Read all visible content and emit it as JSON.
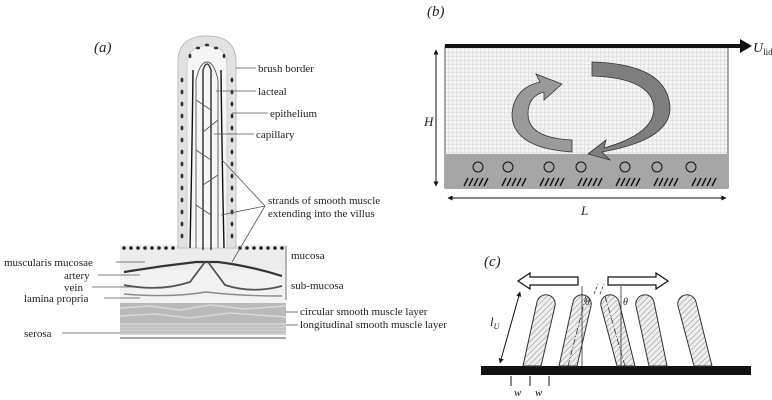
{
  "panels": {
    "a": {
      "tag": "(a)",
      "labels": {
        "brush_border": "brush border",
        "lacteal": "lacteal",
        "epithelium": "epithelium",
        "capillary": "capillary",
        "strands_line1": "strands of smooth muscle",
        "strands_line2": "extending into the villus",
        "mucosa": "mucosa",
        "sub_mucosa": "sub-mucosa",
        "muscularis_mucosae": "muscularis mucosae",
        "artery": "artery",
        "vein": "vein",
        "lamina_propria": "lamina propria",
        "serosa": "serosa",
        "circular_muscle": "circular smooth muscle layer",
        "longitudinal_muscle": "longitudinal smooth muscle layer"
      }
    },
    "b": {
      "tag": "(b)",
      "lid_main": "U",
      "lid_sub": "lid",
      "height": "H",
      "length": "L"
    },
    "c": {
      "tag": "(c)",
      "cilia_length_main": "l",
      "cilia_length_sub": "U",
      "theta_left": "θ",
      "theta_right": "θ",
      "w1": "w",
      "w2": "w"
    }
  },
  "colors": {
    "dark": "#111111",
    "grid": "#c6c6c6",
    "band": "#9f9f9f",
    "villus_fill": "#e6e6e6",
    "arrow": "#8a8a8a"
  }
}
